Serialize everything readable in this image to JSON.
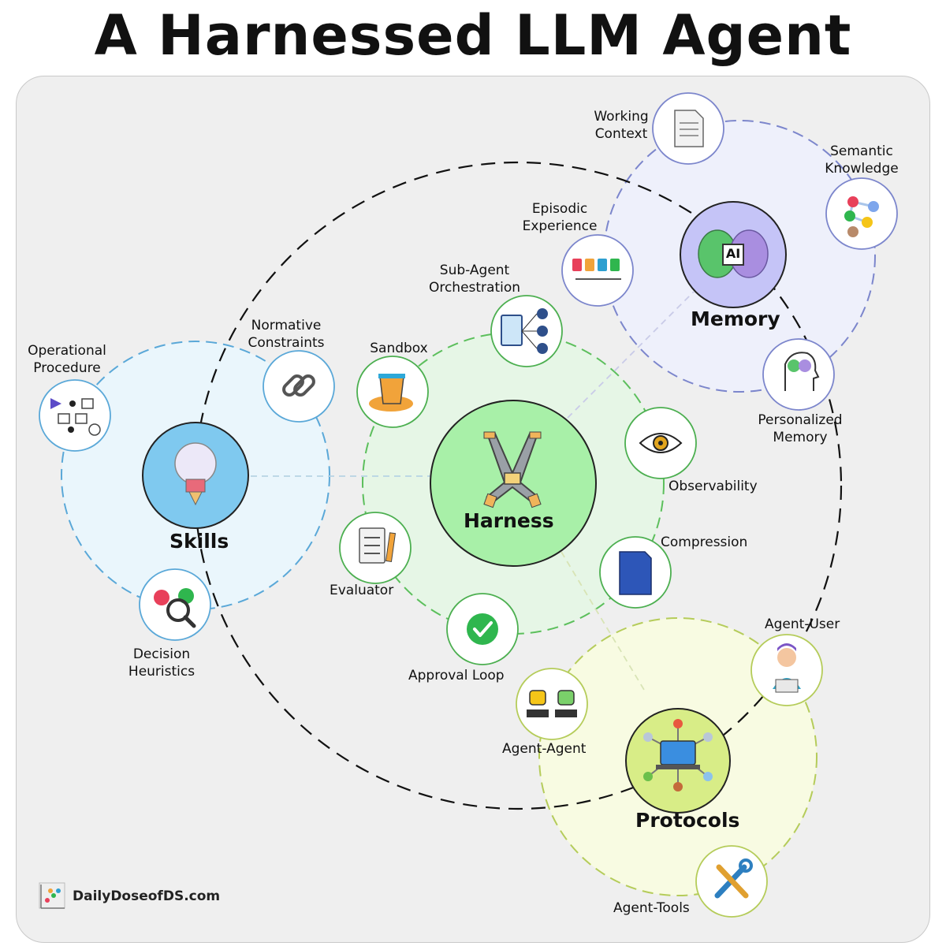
{
  "title": "A Harnessed LLM Agent",
  "hubs": {
    "harness": "Harness",
    "skills": "Skills",
    "memory": "Memory",
    "protocols": "Protocols",
    "memory_chip": "AI"
  },
  "components": {
    "sub_agent": [
      "Sub-Agent",
      "Orchestration"
    ],
    "sandbox": "Sandbox",
    "observability": "Observability",
    "compression": "Compression",
    "evaluator": "Evaluator",
    "approval_loop": "Approval Loop",
    "normative": [
      "Normative",
      "Constraints"
    ],
    "operational": [
      "Operational",
      "Procedure"
    ],
    "decision": [
      "Decision",
      "Heuristics"
    ],
    "working_context": [
      "Working",
      "Context"
    ],
    "semantic": [
      "Semantic",
      "Knowledge"
    ],
    "episodic": [
      "Episodic",
      "Experience"
    ],
    "personalized": [
      "Personalized",
      "Memory"
    ],
    "agent_user": "Agent-User",
    "agent_agent": "Agent-Agent",
    "agent_tools": "Agent-Tools"
  },
  "brand": "DailyDoseofDS.com",
  "colors": {
    "panel": "#efefef",
    "harness_fill": "#a8f0a8",
    "harness_zone": "#e6f6e6",
    "harness_ring": "#5cbf5c",
    "skills_fill": "#7fc9ef",
    "skills_zone": "#eaf6fc",
    "skills_ring": "#5aa8d8",
    "memory_fill": "#c5c4f7",
    "memory_zone": "#eef0fb",
    "memory_ring": "#7c86cc",
    "protocols_fill": "#d8ed87",
    "protocols_zone": "#f8fbe2",
    "protocols_ring": "#b5cc5a"
  }
}
